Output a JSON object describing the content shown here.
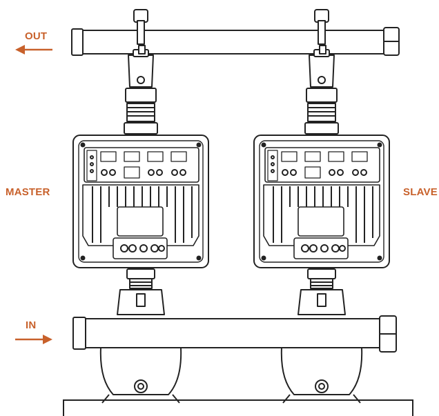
{
  "labels": {
    "out": "OUT",
    "in": "IN",
    "master": "MASTER",
    "slave": "SLAVE"
  },
  "colors": {
    "accent": "#c8612b",
    "line": "#222222",
    "background": "#ffffff"
  },
  "icons": {
    "out_arrow": "arrow-left-icon",
    "in_arrow": "arrow-right-icon"
  }
}
